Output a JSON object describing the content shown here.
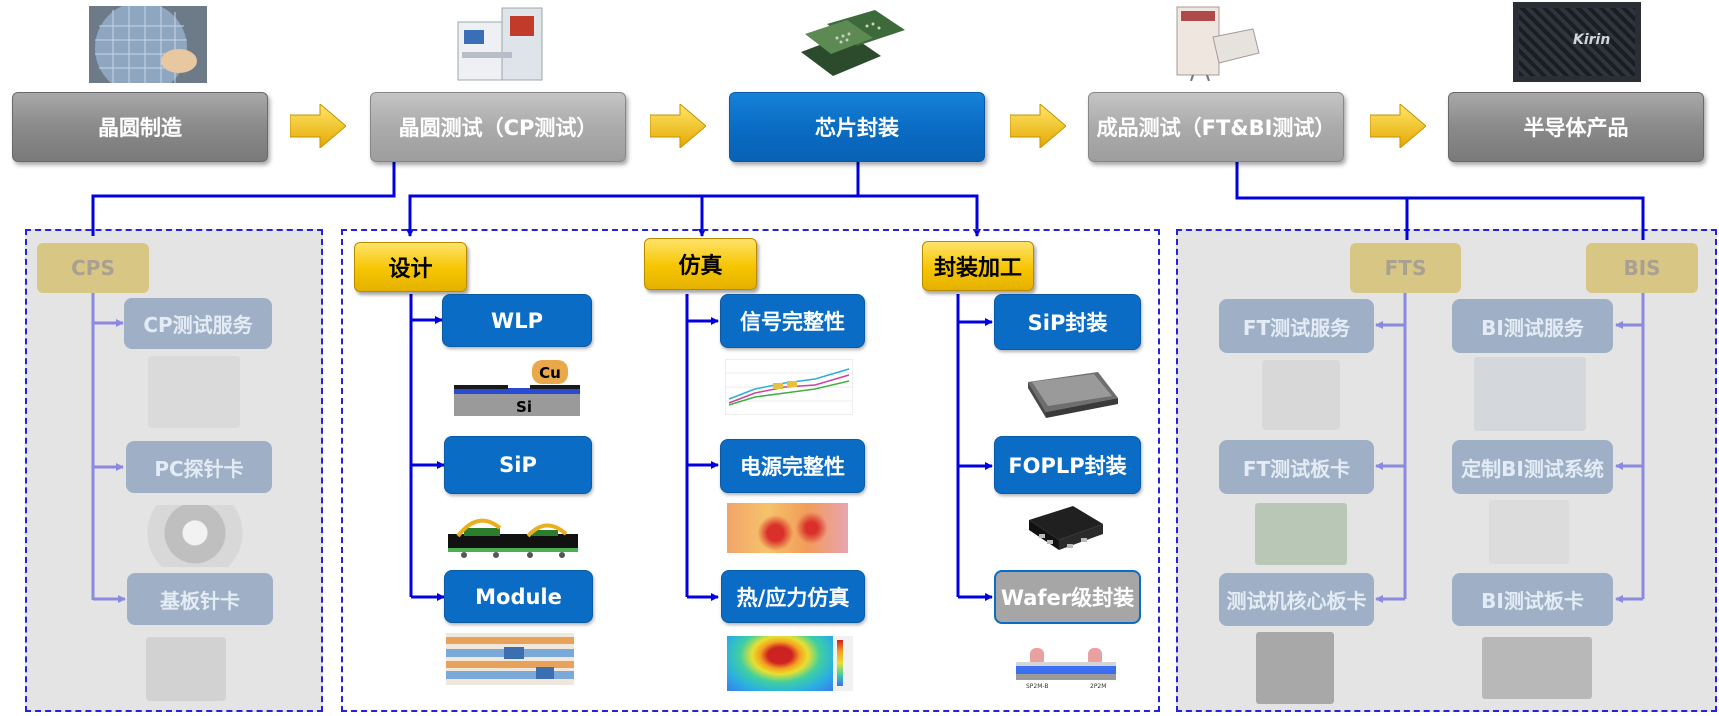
{
  "stages": [
    {
      "label": "晶圆制造"
    },
    {
      "label": "晶圆测试（CP测试）"
    },
    {
      "label": "芯片封装"
    },
    {
      "label": "成品测试（FT&BI测试）"
    },
    {
      "label": "半导体产品"
    }
  ],
  "product_chip_text": "Kirin",
  "left_panel": {
    "header": "CPS",
    "items": [
      "CP测试服务",
      "PC探针卡",
      "基板针卡"
    ]
  },
  "center_panel": {
    "columns": [
      {
        "header": "设计",
        "items": [
          "WLP",
          "SiP",
          "Module"
        ]
      },
      {
        "header": "仿真",
        "items": [
          "信号完整性",
          "电源完整性",
          "热/应力仿真"
        ]
      },
      {
        "header": "封装加工",
        "items": [
          "SiP封装",
          "FOPLP封装",
          "Wafer级封装"
        ]
      }
    ],
    "wlp_labels": [
      "Cu",
      "Si"
    ],
    "wafer_pkg_labels": [
      "SP2M-B",
      "2P2M"
    ]
  },
  "right_panel": {
    "columns": [
      {
        "header": "FTS",
        "items": [
          "FT测试服务",
          "FT测试板卡",
          "测试机核心板卡"
        ]
      },
      {
        "header": "BIS",
        "items": [
          "BI测试服务",
          "定制BI测试系统",
          "BI测试板卡"
        ]
      }
    ]
  },
  "colors": {
    "connector": "#0000e0",
    "stage_blue": "#0a6cc4",
    "stage_gray": "#8a8a8a",
    "header_yellow": "#f6c500",
    "dashed_border": "#2323d8"
  }
}
